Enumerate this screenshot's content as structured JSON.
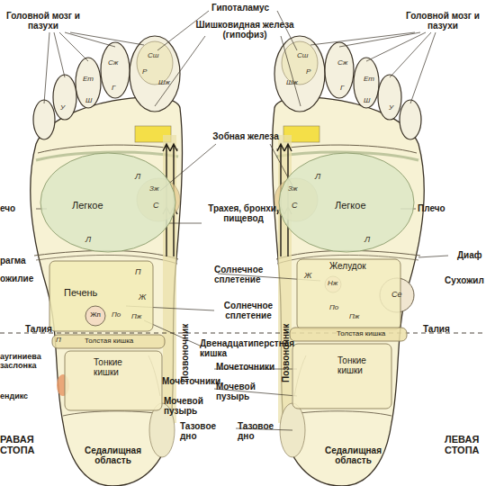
{
  "diagram": {
    "nodes": [
      {
        "text": [
          "Легкое"
        ]
      },
      {
        "text": [
          "Печень"
        ]
      },
      {
        "text": [
          "Жп"
        ],
        "in": 1
      },
      {
        "text": [
          "Толстая кишка"
        ]
      },
      {
        "text": [
          "Тонкие кишки"
        ]
      },
      {
        "text": [
          "Легкое"
        ]
      },
      {
        "text": [
          "Желудок"
        ]
      },
      {
        "text": [
          "Толстая кишка"
        ]
      },
      {
        "text": [
          "Тонкие кишки"
        ]
      }
    ],
    "labels": [
      "Головной мозг и пазухи",
      "Гипоталамус",
      "Шишковидная железа (гипофиз)",
      "Головной мозг и пазухи",
      "Зобная железа",
      "Трахея, бронхи, пищевод",
      "Солнечное сплетение",
      "Солнечное сплетение",
      "Двенадцатиперстная кишка",
      "Позвоночник",
      "Позвоночник",
      "Мочеточники",
      "Мочеточники",
      "Мочевой пузырь",
      "Мочевой пузырь",
      "Тазовое дно",
      "Тазовое дно",
      "Седалищная область",
      "Седалищная область",
      "ечо",
      "Плечо",
      "рагма",
      "Диаф",
      "ожилие",
      "Сухожил",
      "Талия",
      "Талия",
      "аугиниева заслонка",
      "ендикс",
      "РАВАЯ СТОПА",
      "ЛЕВАЯ СТОПА",
      "Сш",
      "Сж",
      "Ет",
      "Г",
      "Ш",
      "У",
      "Р",
      "Шж",
      "Сш",
      "Сж",
      "Ет",
      "Г",
      "Ш",
      "У",
      "Р",
      "Шж",
      "Л",
      "Л",
      "Л",
      "Л",
      "С",
      "Зж",
      "С",
      "Зж",
      "П",
      "Ж",
      "По",
      "Пж",
      "П",
      "Ж",
      "Нж",
      "По",
      "Пж",
      "Се"
    ]
  }
}
